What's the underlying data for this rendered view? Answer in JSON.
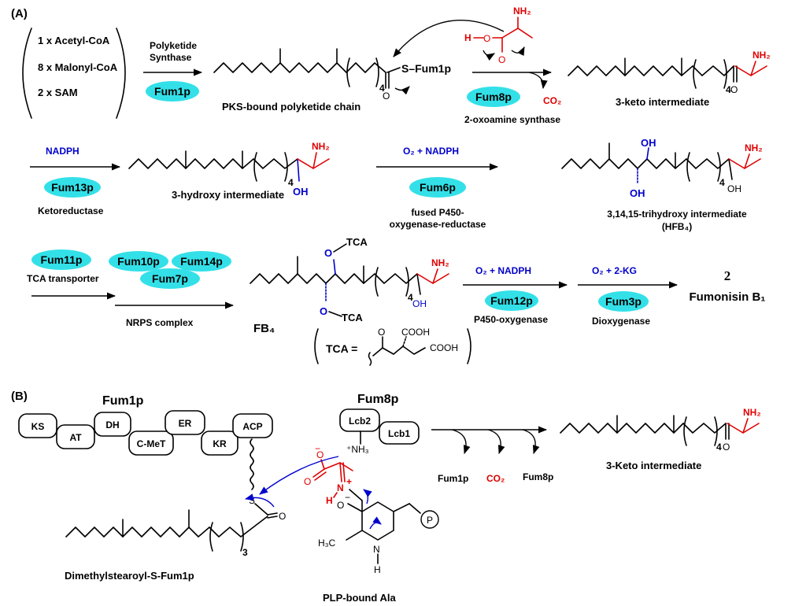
{
  "panel_a": {
    "label": "(A)",
    "substrates": [
      "1 x Acetyl-CoA",
      "8 x Malonyl-CoA",
      "2 x SAM"
    ],
    "step1": {
      "label": "Polyketide Synthase",
      "enzyme": "Fum1p"
    },
    "polyketide": {
      "label": "PKS-bound polyketide chain",
      "thioester": "S–Fum1p",
      "subscript": "4",
      "carbonyl": "O"
    },
    "alanine": {
      "amine": "NH₂",
      "hydroxyl": "H",
      "oxygen": "O"
    },
    "step2": {
      "enzyme": "Fum8p",
      "label": "2-oxoamine synthase",
      "byproduct": "CO₂"
    },
    "keto": {
      "label": "3-keto intermediate",
      "amine": "NH₂",
      "carbonyl": "O",
      "subscript": "4"
    },
    "step3": {
      "cofactor": "NADPH",
      "enzyme": "Fum13p",
      "label": "Ketoreductase"
    },
    "hydroxy": {
      "label": "3-hydroxy intermediate",
      "hydroxyl": "OH",
      "amine": "NH₂",
      "subscript": "4"
    },
    "step4": {
      "cofactor": "O₂ + NADPH",
      "enzyme": "Fum6p",
      "label_line1": "fused P450-",
      "label_line2": "oxygenase-reductase"
    },
    "trihydroxy": {
      "label_line1": "3,14,15-trihydroxy intermediate",
      "label_line2": "(HFB₄)",
      "oh_top": "OH",
      "oh_bottom": "OH",
      "oh_right": "OH",
      "amine": "NH₂",
      "subscript": "4"
    },
    "step5": {
      "enzymes": [
        "Fum11p",
        "Fum10p",
        "Fum14p",
        "Fum7p"
      ],
      "label_tca": "TCA transporter",
      "label_nrps": "NRPS complex"
    },
    "fb4": {
      "label": "FB₄",
      "tca_top": "O–TCA",
      "tca_bottom": "O–TCA",
      "oh": "OH",
      "amine": "NH₂",
      "subscript": "4"
    },
    "tca_def": {
      "prefix": "TCA =",
      "carbonyl": "O",
      "cooh1": "COOH",
      "cooh2": "COOH"
    },
    "step6": {
      "cofactor": "O₂ + NADPH",
      "enzyme": "Fum12p",
      "label": "P450-oxygenase"
    },
    "step7": {
      "cofactor": "O₂ + 2-KG",
      "enzyme": "Fum3p",
      "label": "Dioxygenase"
    },
    "product": {
      "number": "2",
      "name": "Fumonisin B₁"
    }
  },
  "panel_b": {
    "label": "(B)",
    "pks": {
      "title": "Fum1p",
      "domains": [
        "KS",
        "AT",
        "DH",
        "C-MeT",
        "ER",
        "KR",
        "ACP"
      ]
    },
    "fum8p": {
      "title": "Fum8p",
      "subunits": [
        "Lcb2",
        "Lcb1"
      ],
      "amine": "NH₃"
    },
    "substrate": {
      "label": "Dimethylstearoyl-S-Fum1p",
      "sulfur": "S",
      "carbonyl": "O",
      "subscript": "3"
    },
    "plp": {
      "label": "PLP-bound Ala",
      "phosphate": "P",
      "oxide": "O",
      "imine_h": "H",
      "ring_n": "N",
      "ring_h": "H",
      "methyl": "H₃C",
      "carboxylate": "O",
      "carboxyl_o": "O"
    },
    "byproducts": [
      "Fum1p",
      "CO₂",
      "Fum8p"
    ],
    "product": {
      "label": "3-Keto intermediate",
      "amine": "NH₂",
      "carbonyl": "O",
      "subscript": "4"
    }
  },
  "colors": {
    "enzyme_fill": "#33e0e8",
    "red": "#e00000",
    "blue": "#0000cc",
    "black": "#000000"
  }
}
